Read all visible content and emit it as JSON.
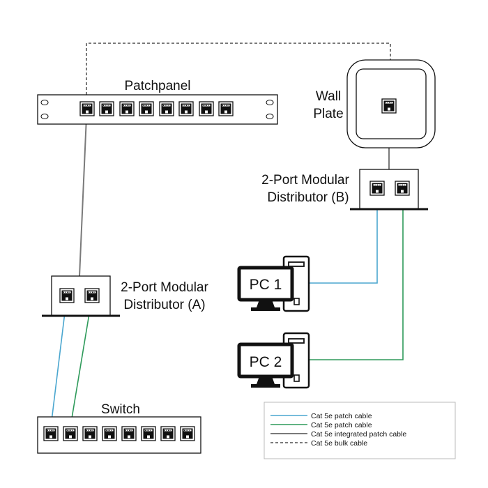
{
  "labels": {
    "patchpanel": "Patchpanel",
    "wall_plate_line1": "Wall",
    "wall_plate_line2": "Plate",
    "distributor_b_line1": "2-Port Modular",
    "distributor_b_line2": "Distributor (B)",
    "distributor_a_line1": "2-Port Modular",
    "distributor_a_line2": "Distributor (A)",
    "switch": "Switch",
    "pc1": "PC 1",
    "pc2": "PC 2"
  },
  "legend": [
    {
      "text": "Cat 5e patch cable",
      "color": "#4aa6cf",
      "style": "solid"
    },
    {
      "text": "Cat 5e patch cable",
      "color": "#2e9a5a",
      "style": "solid"
    },
    {
      "text": "Cat 5e integrated patch cable",
      "color": "#7a7a7a",
      "style": "solid"
    },
    {
      "text": "Cat 5e bulk cable",
      "color": "#7a7a7a",
      "style": "dashed"
    }
  ],
  "colors": {
    "outline": "#111111",
    "blue_cable": "#4aa6cf",
    "green_cable": "#2e9a5a",
    "gray_cable": "#7a7a7a"
  },
  "ports": {
    "patchpanel": 8,
    "switch": 8,
    "distributor_a": 2,
    "distributor_b": 2,
    "wall_plate": 1
  }
}
